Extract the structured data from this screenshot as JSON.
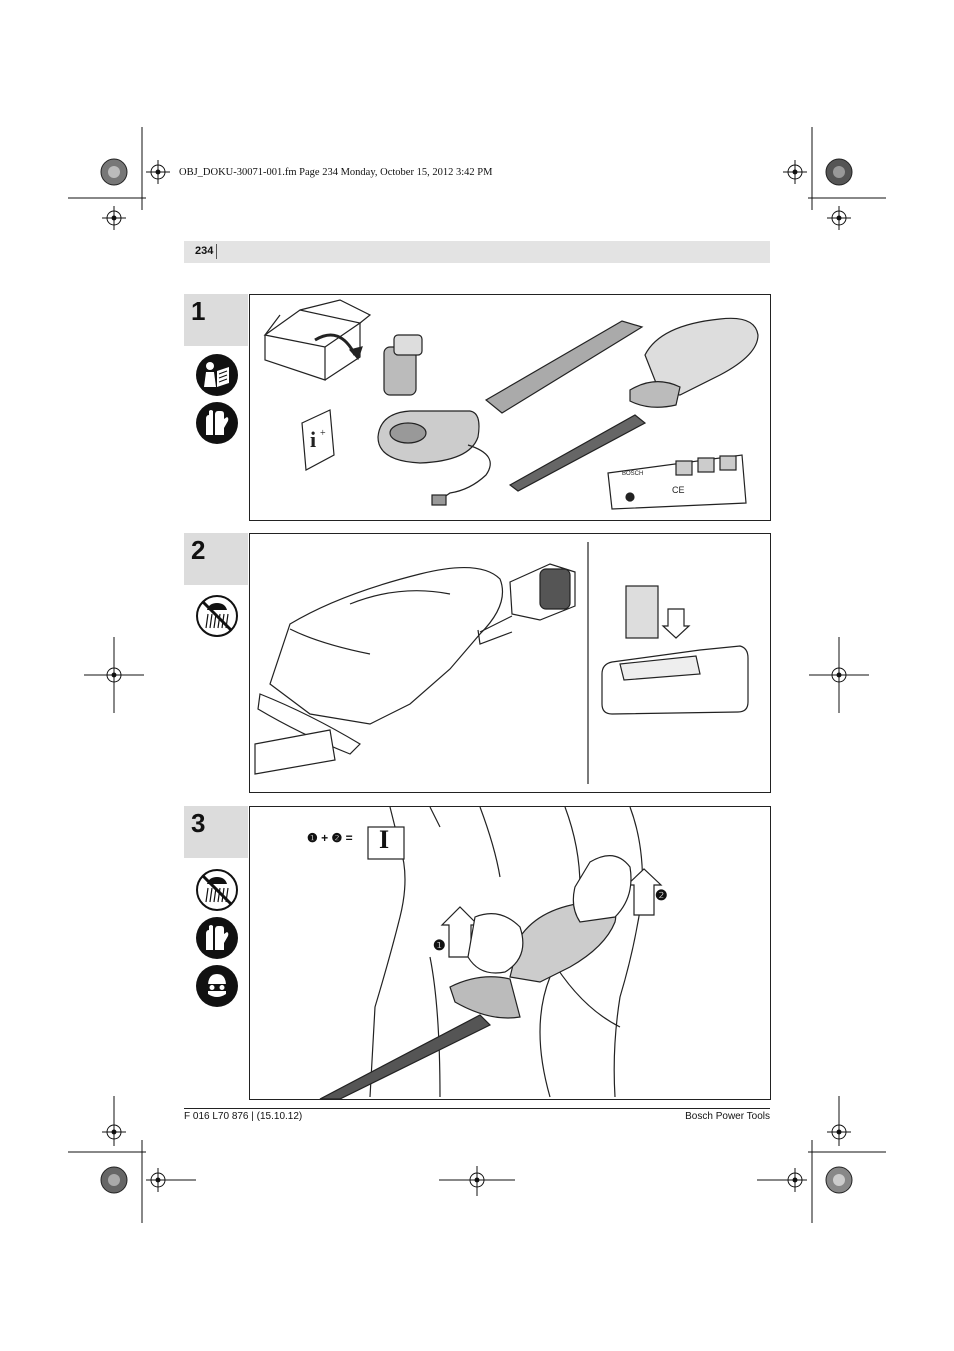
{
  "header": {
    "file_info": "OBJ_DOKU-30071-001.fm  Page 234  Monday, October 15, 2012  3:42 PM",
    "page_number": "234"
  },
  "figures": [
    {
      "number": "1"
    },
    {
      "number": "2"
    },
    {
      "number": "3",
      "step_formula": {
        "step1": "❶",
        "plus": "+",
        "step2": "❷",
        "equals": "=",
        "switch_symbol": "I"
      },
      "callout_1": "❶",
      "callout_2": "❷"
    }
  ],
  "footer": {
    "left": "F 016 L70 876 | (15.10.12)",
    "right": "Bosch Power Tools"
  }
}
